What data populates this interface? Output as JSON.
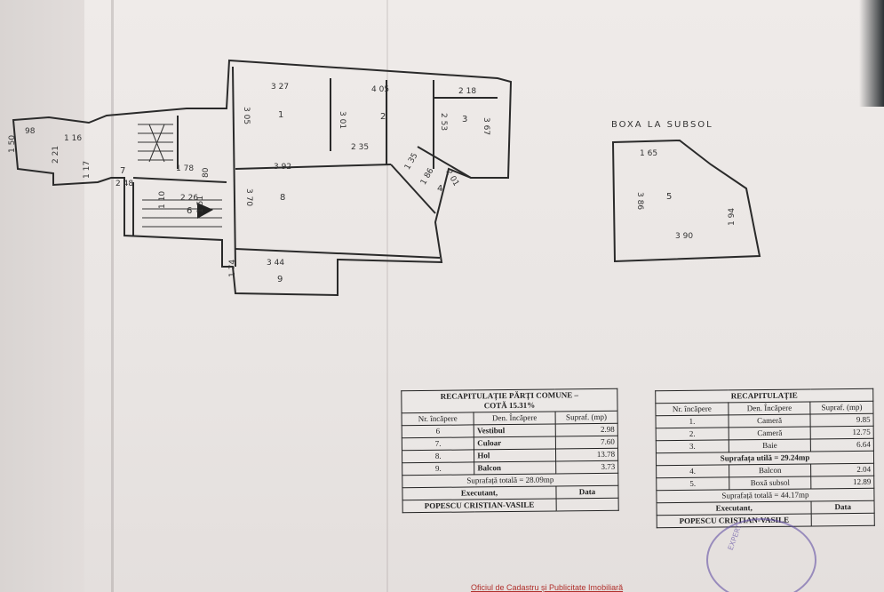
{
  "plan": {
    "rooms": [
      "1",
      "2",
      "3",
      "4",
      "5",
      "6",
      "7",
      "8",
      "9"
    ],
    "dims": [
      "3 27",
      "4 05",
      "2 18",
      "3 05",
      "3 01",
      "2 53",
      "3 67",
      "2 35",
      "3 92",
      "1 78",
      "2 21",
      "1 17",
      "2 48",
      "3 70",
      "2 26",
      "1 10",
      "1 51",
      "3 44",
      "1 74",
      "1 35",
      "1 86",
      "2 01",
      "1 16",
      "98",
      "1 50",
      "80"
    ],
    "basement_title": "BOXA  LA SUBSOL",
    "basement_dims": [
      "1 65",
      "3 86",
      "3 90",
      "1 94"
    ],
    "basement_room": "5"
  },
  "common": {
    "title_line1": "RECAPITULAȚIE PĂRȚI COMUNE –",
    "title_line2": "COTĂ 15.31%",
    "col_nr": "Nr. încăpere",
    "col_den": "Den. Încăpere",
    "col_supr": "Supraf. (mp)",
    "rows": [
      {
        "nr": "6",
        "den": "Vestibul",
        "supr": "2.98"
      },
      {
        "nr": "7.",
        "den": "Culoar",
        "supr": "7.60"
      },
      {
        "nr": "8.",
        "den": "Hol",
        "supr": "13.78"
      },
      {
        "nr": "9.",
        "den": "Balcon",
        "supr": "3.73"
      }
    ],
    "total": "Suprafață totală = 28.09mp",
    "executant": "Executant,",
    "data": "Data",
    "name": "POPESCU CRISTIAN-VASILE"
  },
  "recap": {
    "title": "RECAPITULAȚIE",
    "col_nr": "Nr. încăpere",
    "col_den": "Den. Încăpere",
    "col_supr": "Supraf. (mp)",
    "rows": [
      {
        "nr": "1.",
        "den": "Cameră",
        "supr": "9.85"
      },
      {
        "nr": "2.",
        "den": "Cameră",
        "supr": "12.75"
      },
      {
        "nr": "3.",
        "den": "Baie",
        "supr": "6.64"
      }
    ],
    "util": "Suprafața utilă = 29.24mp",
    "rows2": [
      {
        "nr": "4.",
        "den": "Balcon",
        "supr": "2.04"
      },
      {
        "nr": "5.",
        "den": "Boxă subsol",
        "supr": "12.89"
      }
    ],
    "total": "Suprafață totală = 44.17mp",
    "executant": "Executant,",
    "data": "Data",
    "name": "POPESCU CRISTIAN-VASILE"
  },
  "stamp_text": "EXPERT",
  "footer": "Oficiul de Cadastru și Publicitate Imobiliară"
}
